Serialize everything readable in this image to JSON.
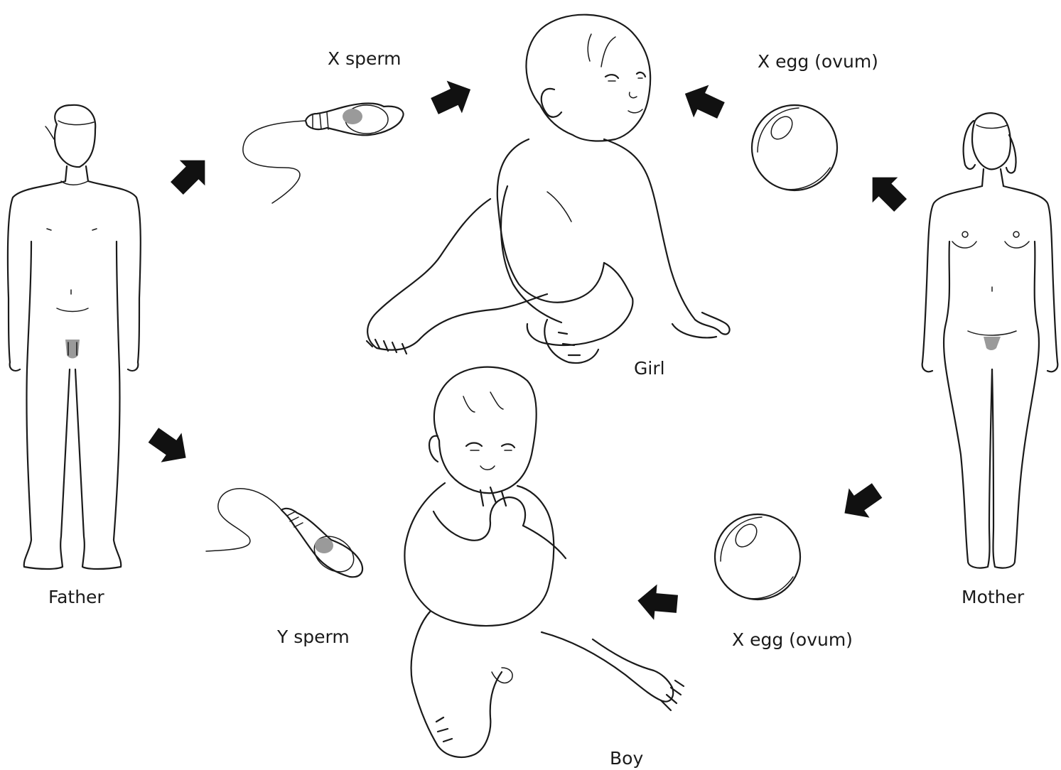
{
  "labels": {
    "father": "Father",
    "mother": "Mother",
    "x_sperm": "X sperm",
    "y_sperm": "Y sperm",
    "x_egg_top": "X egg (ovum)",
    "x_egg_bottom": "X egg (ovum)",
    "girl": "Girl",
    "boy": "Boy"
  },
  "colors": {
    "line": "#1a1a1a",
    "arrow": "#111111",
    "nucleus": "#9a9a9a",
    "background": "#ffffff"
  },
  "icons": {
    "arrow": "black-block-arrow",
    "sperm": "sperm-cell",
    "egg": "egg-cell-ovum"
  }
}
